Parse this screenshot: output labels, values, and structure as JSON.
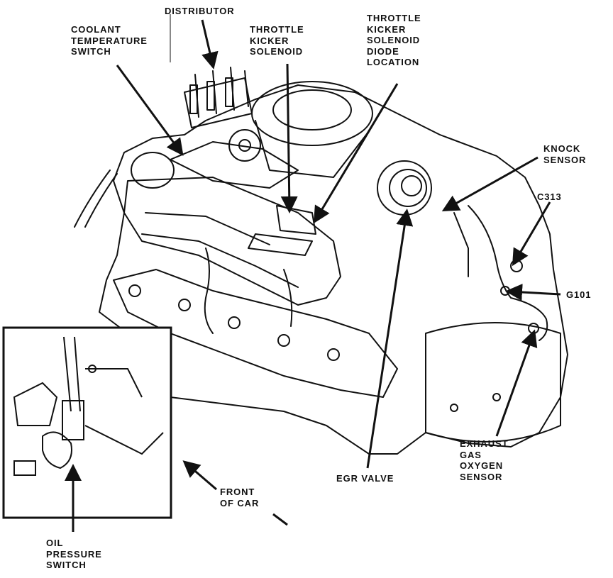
{
  "diagram": {
    "labels": {
      "distributor": "DISTRIBUTOR",
      "coolant_temperature_switch": "COOLANT\nTEMPERATURE\nSWITCH",
      "throttle_kicker_solenoid": "THROTTLE\nKICKER\nSOLENOID",
      "throttle_kicker_solenoid_diode_location": "THROTTLE\nKICKER\nSOLENOID\nDIODE\nLOCATION",
      "knock_sensor": "KNOCK\nSENSOR",
      "c313": "C313",
      "g101": "G101",
      "exhaust_gas_oxygen_sensor": "EXHAUST\nGAS\nOXYGEN\nSENSOR",
      "egr_valve": "EGR VALVE",
      "front_of_car": "FRONT\nOF CAR",
      "oil_pressure_switch": "OIL\nPRESSURE\nSWITCH"
    },
    "colors": {
      "ink": "#111111",
      "paper": "#ffffff"
    }
  }
}
